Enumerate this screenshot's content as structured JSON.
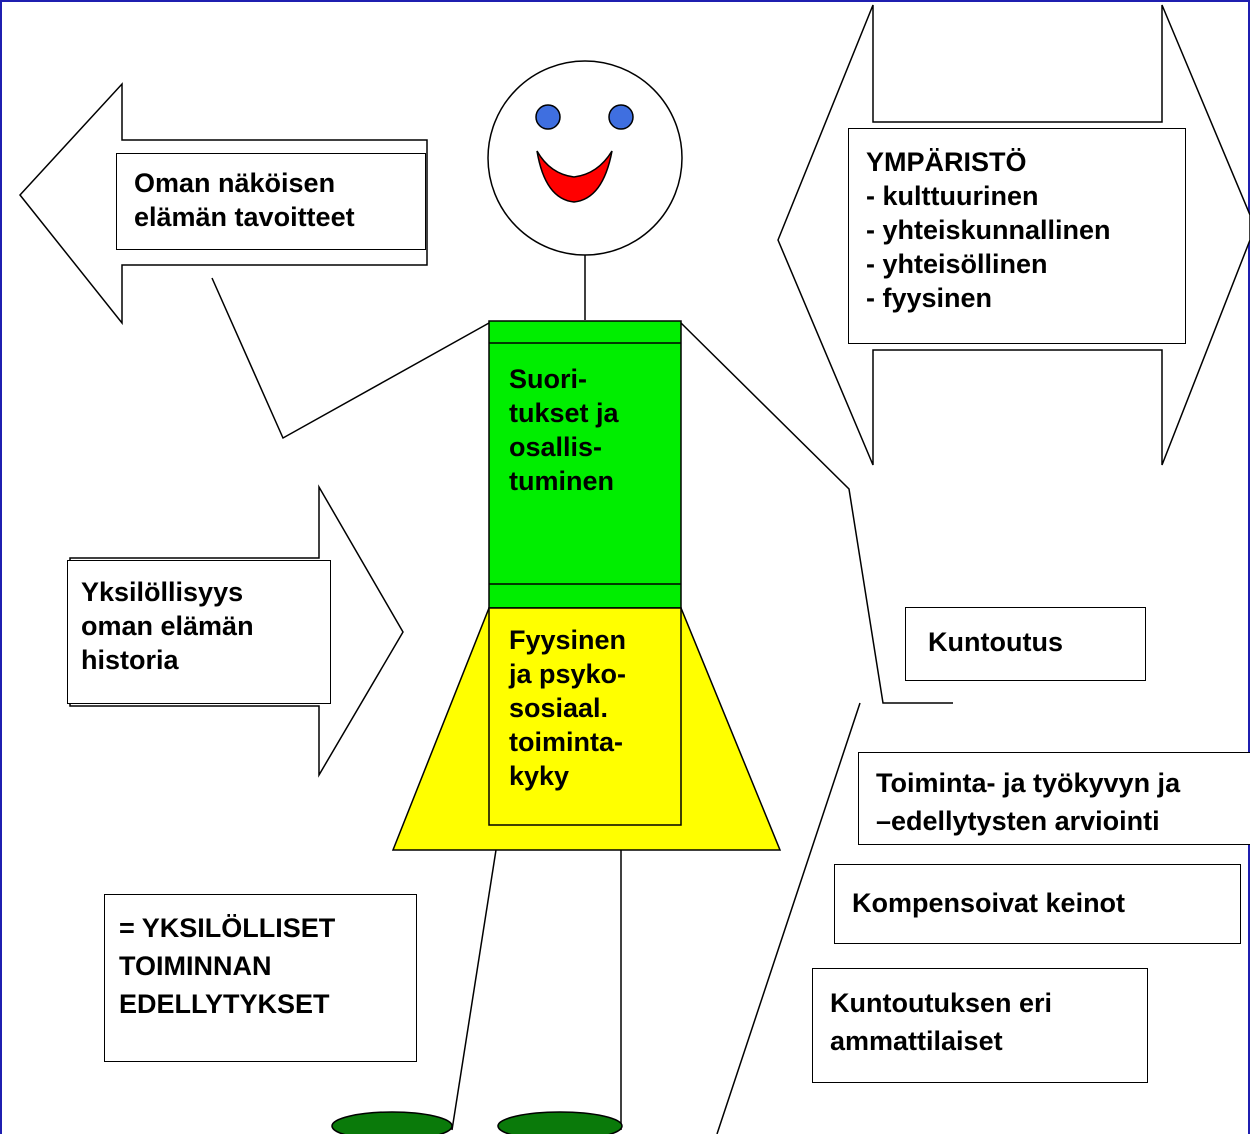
{
  "colors": {
    "frame": "#1f1fb0",
    "torso": "#00ee00",
    "skirt": "#ffff00",
    "eyes": "#3f6fe0",
    "mouth": "#ff0000",
    "feet": "#0a7a0a"
  },
  "goals_box": {
    "lines": [
      "Oman näköisen",
      "elämän tavoitteet"
    ]
  },
  "environment_box": {
    "lines": [
      "YMPÄRISTÖ",
      "- kulttuurinen",
      "- yhteiskunnallinen",
      "- yhteisöllinen",
      "- fyysinen"
    ]
  },
  "torso_text": {
    "lines": [
      "Suori-",
      "tukset ja",
      "osallis-",
      "tuminen"
    ]
  },
  "skirt_text": {
    "lines": [
      "Fyysinen",
      "ja psyko-",
      "sosiaal.",
      "toiminta-",
      "kyky"
    ]
  },
  "individuality_box": {
    "lines": [
      "Yksilöllisyys",
      "oman elämän",
      "historia"
    ]
  },
  "summary_box": {
    "lines": [
      "= YKSILÖLLISET",
      "TOIMINNAN",
      "EDELLYTYKSET"
    ]
  },
  "rehab_box": {
    "label": "Kuntoutus"
  },
  "assessment_box": {
    "lines": [
      "Toiminta- ja työkyvyn ja",
      "–edellytysten arviointi"
    ]
  },
  "compensation_box": {
    "label": "Kompensoivat keinot"
  },
  "professionals_box": {
    "lines": [
      "Kuntoutuksen eri",
      "ammattilaiset"
    ]
  }
}
